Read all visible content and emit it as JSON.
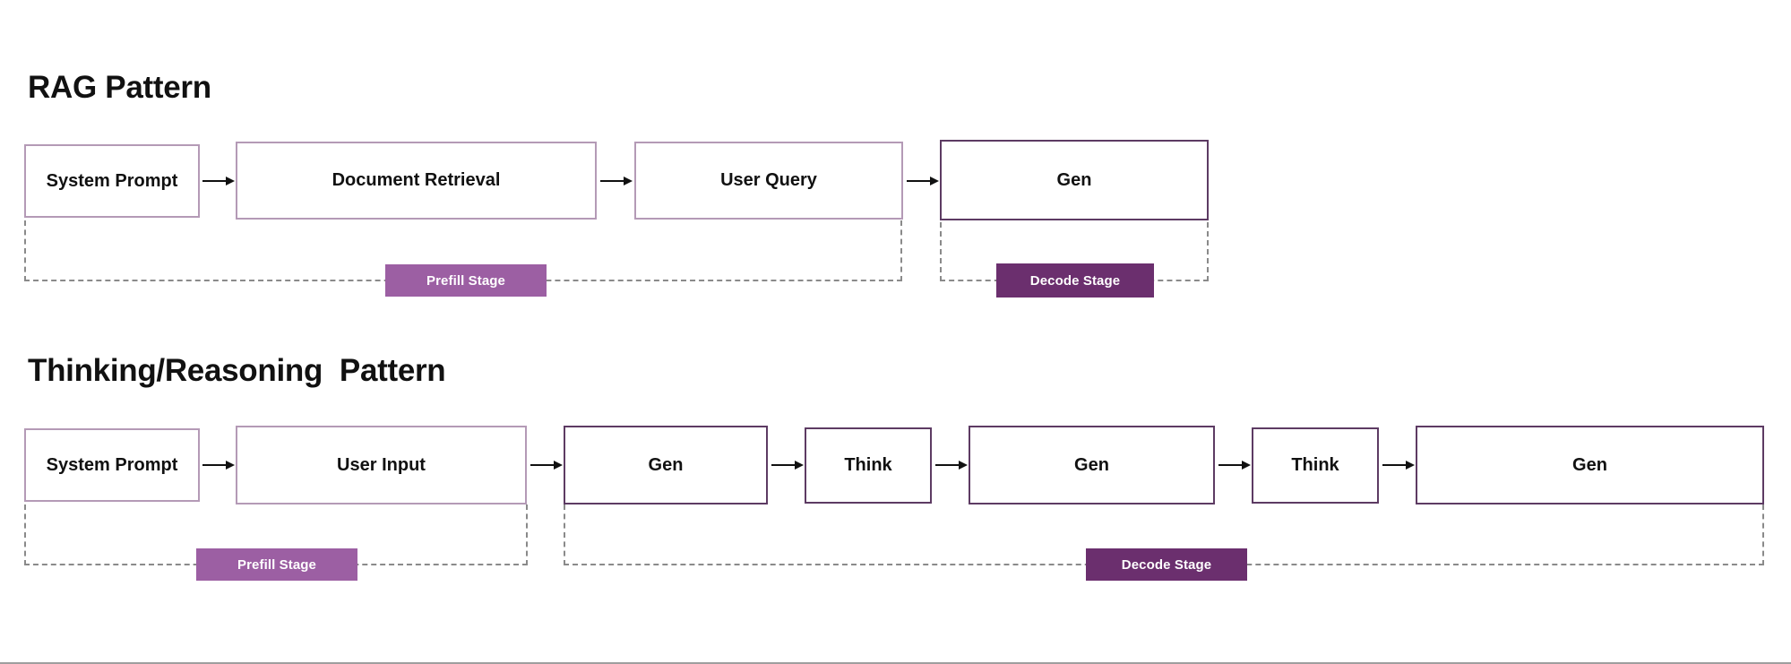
{
  "page": {
    "background": "#ffffff",
    "accent_light_border": "#b49ab6",
    "accent_dark_border": "#5d3b63",
    "prefill_badge_color": "#9c5fa3",
    "decode_badge_color": "#6b2f6e",
    "bracket_color": "#8a8a8a"
  },
  "sections": [
    {
      "id": "rag",
      "title": "RAG Pattern",
      "nodes": [
        {
          "label": "System Prompt",
          "style": "light"
        },
        {
          "label": "Document Retrieval",
          "style": "light"
        },
        {
          "label": "User Query",
          "style": "light"
        },
        {
          "label": "Gen",
          "style": "dark"
        }
      ],
      "stages": [
        {
          "label": "Prefill Stage",
          "style": "prefill",
          "covers": [
            "System Prompt",
            "Document Retrieval",
            "User Query"
          ]
        },
        {
          "label": "Decode Stage",
          "style": "decode",
          "covers": [
            "Gen"
          ]
        }
      ]
    },
    {
      "id": "thinking",
      "title": "Thinking/Reasoning  Pattern",
      "nodes": [
        {
          "label": "System Prompt",
          "style": "light"
        },
        {
          "label": "User Input",
          "style": "light"
        },
        {
          "label": "Gen",
          "style": "dark"
        },
        {
          "label": "Think",
          "style": "dark"
        },
        {
          "label": "Gen",
          "style": "dark"
        },
        {
          "label": "Think",
          "style": "dark"
        },
        {
          "label": "Gen",
          "style": "dark"
        }
      ],
      "stages": [
        {
          "label": "Prefill Stage",
          "style": "prefill",
          "covers": [
            "System Prompt",
            "User Input"
          ]
        },
        {
          "label": "Decode Stage",
          "style": "decode",
          "covers": [
            "Gen",
            "Think",
            "Gen",
            "Think",
            "Gen"
          ]
        }
      ]
    }
  ]
}
